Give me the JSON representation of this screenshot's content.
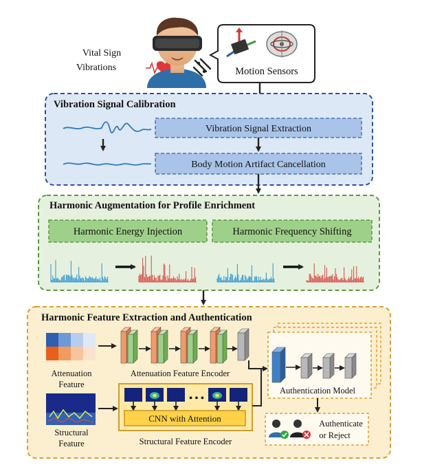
{
  "top": {
    "vital_line1": "Vital Sign",
    "vital_line2": "Vibrations",
    "motion_sensors": "Motion Sensors"
  },
  "calibration": {
    "title": "Vibration Signal Calibration",
    "step1": "Vibration Signal Extraction",
    "step2": "Body Motion Artifact Cancellation"
  },
  "harmonic": {
    "title": "Harmonic Augmentation for Profile Enrichment",
    "method1": "Harmonic Energy Injection",
    "method2": "Harmonic Frequency Shifting"
  },
  "extraction": {
    "title": "Harmonic Feature Extraction and Authentication",
    "atten_line1": "Attenuation",
    "atten_line2": "Feature",
    "atten_encoder": "Attenuation Feature Encoder",
    "struct_line1": "Structural",
    "struct_line2": "Feature",
    "cnn_label": "CNN with Attention",
    "struct_encoder": "Structural Feature Encoder",
    "auth_model": "Authentication Model",
    "decision_line1": "Authenticate",
    "decision_line2": "or Reject",
    "ellipsis": "• • •"
  },
  "colors": {
    "calib_fill": "#dde8f6",
    "calib_border": "#2e4fa0",
    "calib_box": "#a9c4e8",
    "calib_box_border": "#4a72b8",
    "harm_fill": "#e5f1de",
    "harm_border": "#5a9a3a",
    "harm_box": "#9fd08a",
    "extract_fill": "#fcefd0",
    "extract_border": "#d9a030",
    "spectrum_blue": "#3c9bd0",
    "spectrum_red": "#d9534f"
  },
  "icons": [
    "vr-headset-person-icon",
    "heart-pulse-icon",
    "motion-lines-icon",
    "accelerometer-icon",
    "gyroscope-icon",
    "authenticated-user-icon",
    "rejected-user-icon"
  ]
}
